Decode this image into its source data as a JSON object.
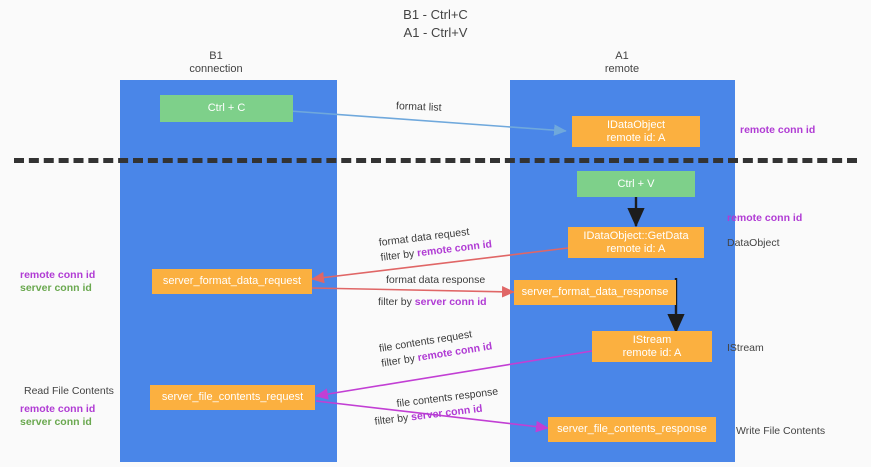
{
  "title": {
    "line1": "B1 - Ctrl+C",
    "line2": "A1 - Ctrl+V"
  },
  "lanes": [
    {
      "name": "B1",
      "sub": "connection"
    },
    {
      "name": "A1",
      "sub": "remote"
    }
  ],
  "boxes": {
    "ctrl_c": "Ctrl + C",
    "ctrl_v": "Ctrl + V",
    "idataobject": "IDataObject",
    "idataobject_id": "remote id: A",
    "getdata": "IDataObject::GetData",
    "getdata_id": "remote id: A",
    "istream": "IStream",
    "istream_id": "remote id: A",
    "server_format_data_request": "server_format_data_request",
    "server_format_data_response": "server_format_data_response",
    "server_file_contents_request": "server_file_contents_request",
    "server_file_contents_response": "server_file_contents_response"
  },
  "labels": {
    "format_list": "format list",
    "format_data_request": "format data request",
    "format_data_request_filter_pre": "filter by ",
    "format_data_request_filter_key": "remote conn id",
    "format_data_response": "format data response",
    "format_data_response_filter_pre": "filter by ",
    "format_data_response_filter_key": "server conn id",
    "file_contents_request": "file contents request",
    "file_contents_request_filter_pre": "filter by ",
    "file_contents_request_filter_key": "remote conn id",
    "file_contents_response": "file contents response",
    "file_contents_response_filter_pre": "filter by ",
    "file_contents_response_filter_key": "server conn id"
  },
  "annotations": {
    "right_remote_conn_id_top": "remote conn id",
    "right_remote_conn_id_mid": "remote conn id",
    "right_dataobject": "DataObject",
    "right_istream": "IStream",
    "right_write_file_contents": "Write File Contents",
    "left_remote_conn_id": "remote conn id",
    "left_server_conn_id": "server conn id",
    "left_read_file_contents": "Read File Contents",
    "left_remote_conn_id_2": "remote conn id",
    "left_server_conn_id_2": "server conn id"
  },
  "colors": {
    "lane": "#4a86e8",
    "green_box": "#7ed08a",
    "orange_box": "#fbb040",
    "purple": "#b03bd4",
    "green_text": "#6aa84f",
    "arrow_blue": "#6fa8dc",
    "arrow_red": "#e06666",
    "arrow_magenta": "#c23fd4",
    "arrow_black": "#1c1c1c",
    "background": "#fafafa"
  }
}
